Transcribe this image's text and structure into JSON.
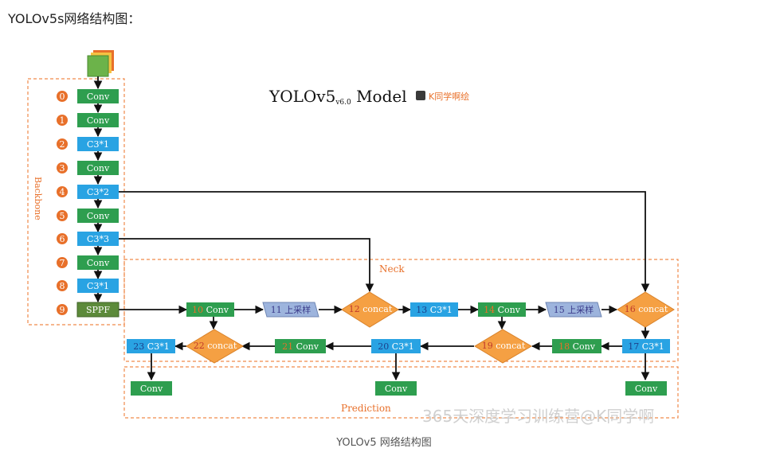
{
  "heading": "YOLOv5s网络结构图：",
  "caption": "YOLOv5 网络结构图",
  "title": {
    "main": "YOLOv5",
    "sub": "v6.0",
    "tail": " Model",
    "author": "K同学啊绘"
  },
  "watermark": "365天深度学习训练营@K同学啊",
  "sections": {
    "backbone": "Backbone",
    "neck": "Neck",
    "prediction": "Prediction"
  },
  "colors": {
    "conv": "#2e9e4f",
    "c3": "#29a3e3",
    "sppf": "#5c8a3a",
    "upsample": "#9db4dd",
    "concat": "#f5a043",
    "dashed": "#f08a4b",
    "index": "#e8702a"
  },
  "backbone": [
    {
      "index": "0",
      "label": "Conv",
      "type": "conv"
    },
    {
      "index": "1",
      "label": "Conv",
      "type": "conv"
    },
    {
      "index": "2",
      "label": "C3*1",
      "type": "c3"
    },
    {
      "index": "3",
      "label": "Conv",
      "type": "conv"
    },
    {
      "index": "4",
      "label": "C3*2",
      "type": "c3"
    },
    {
      "index": "5",
      "label": "Conv",
      "type": "conv"
    },
    {
      "index": "6",
      "label": "C3*3",
      "type": "c3"
    },
    {
      "index": "7",
      "label": "Conv",
      "type": "conv"
    },
    {
      "index": "8",
      "label": "C3*1",
      "type": "c3"
    },
    {
      "index": "9",
      "label": "SPPF",
      "type": "sppf"
    }
  ],
  "neck_top": [
    {
      "index": "10",
      "label": "Conv",
      "type": "conv"
    },
    {
      "index": "11",
      "label": "上采样",
      "type": "upsample"
    },
    {
      "index": "12",
      "label": "concat",
      "type": "concat"
    },
    {
      "index": "13",
      "label": "C3*1",
      "type": "c3"
    },
    {
      "index": "14",
      "label": "Conv",
      "type": "conv"
    },
    {
      "index": "15",
      "label": "上采样",
      "type": "upsample"
    },
    {
      "index": "16",
      "label": "concat",
      "type": "concat"
    }
  ],
  "neck_bottom": [
    {
      "index": "17",
      "label": "C3*1",
      "type": "c3"
    },
    {
      "index": "18",
      "label": "Conv",
      "type": "conv"
    },
    {
      "index": "19",
      "label": "concat",
      "type": "concat"
    },
    {
      "index": "20",
      "label": "C3*1",
      "type": "c3"
    },
    {
      "index": "21",
      "label": "Conv",
      "type": "conv"
    },
    {
      "index": "22",
      "label": "concat",
      "type": "concat"
    },
    {
      "index": "23",
      "label": "C3*1",
      "type": "c3"
    }
  ],
  "prediction": [
    {
      "label": "Conv",
      "type": "conv"
    },
    {
      "label": "Conv",
      "type": "conv"
    },
    {
      "label": "Conv",
      "type": "conv"
    }
  ]
}
